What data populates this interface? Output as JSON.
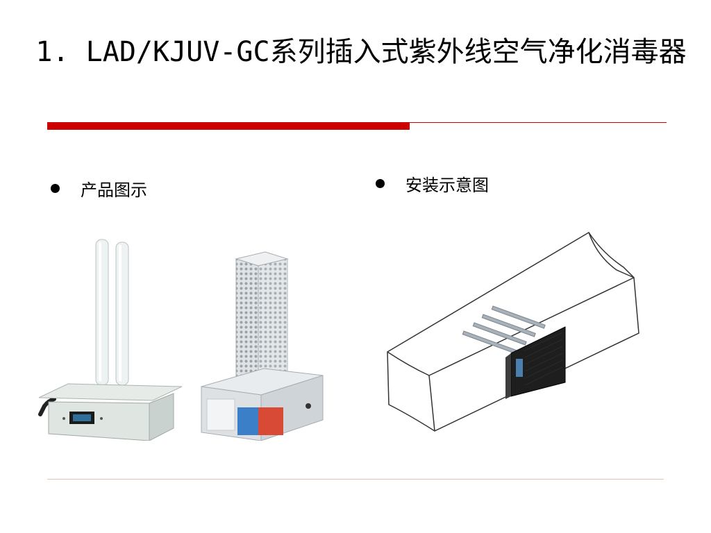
{
  "slide": {
    "title": "1. LAD/KJUV-GC系列插入式紫外线空气净化消毒器",
    "accent_color": "#cc0000",
    "footer_rule_color": "#e8c2ac"
  },
  "bullets": {
    "left_label": "产品图示",
    "right_label": "安装示意图"
  },
  "images": {
    "products_icon": "uv-purifier-products",
    "install_icon": "duct-installation-diagram"
  }
}
